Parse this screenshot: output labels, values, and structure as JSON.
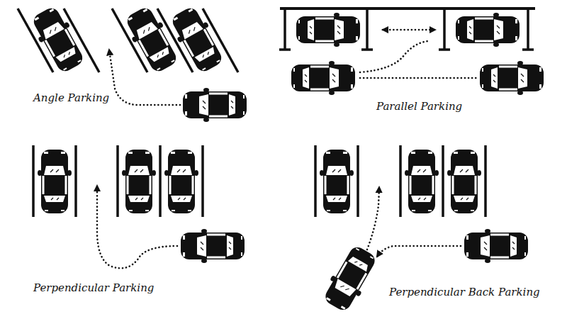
{
  "diagram": {
    "labels": [
      "Angle Parking",
      "Parallel Parking",
      "Perpendicular Parking",
      "Perpendicular Back Parking"
    ]
  }
}
